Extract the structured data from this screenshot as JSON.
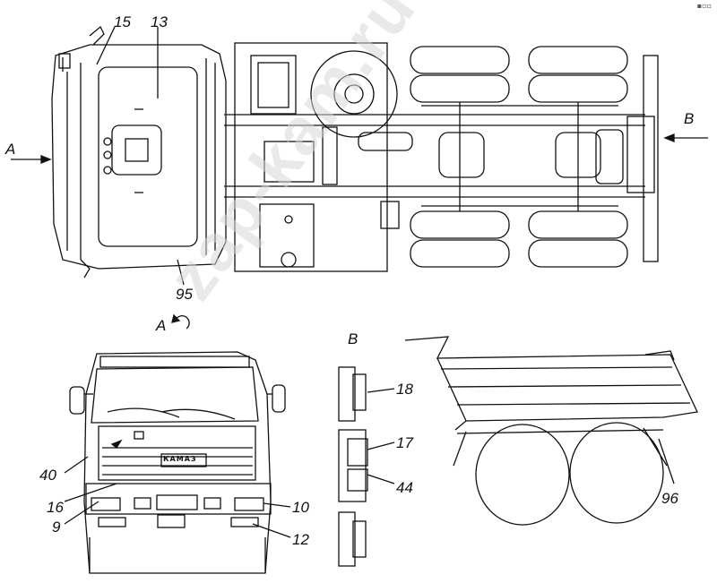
{
  "watermark": "zap-kam.ru",
  "view_labels": {
    "view_a_arrow": "A",
    "view_b_arrow": "B",
    "view_a_title": "A",
    "view_b_title": "B"
  },
  "callouts": {
    "c15": "15",
    "c13": "13",
    "c95": "95",
    "c18": "18",
    "c17": "17",
    "c44": "44",
    "c40": "40",
    "c16": "16",
    "c9": "9",
    "c10": "10",
    "c12": "12",
    "c96": "96"
  },
  "cab_brand": "КАМАЗ",
  "colors": {
    "line": "#111111",
    "bg": "#ffffff",
    "watermark": "#d8d8d8"
  }
}
